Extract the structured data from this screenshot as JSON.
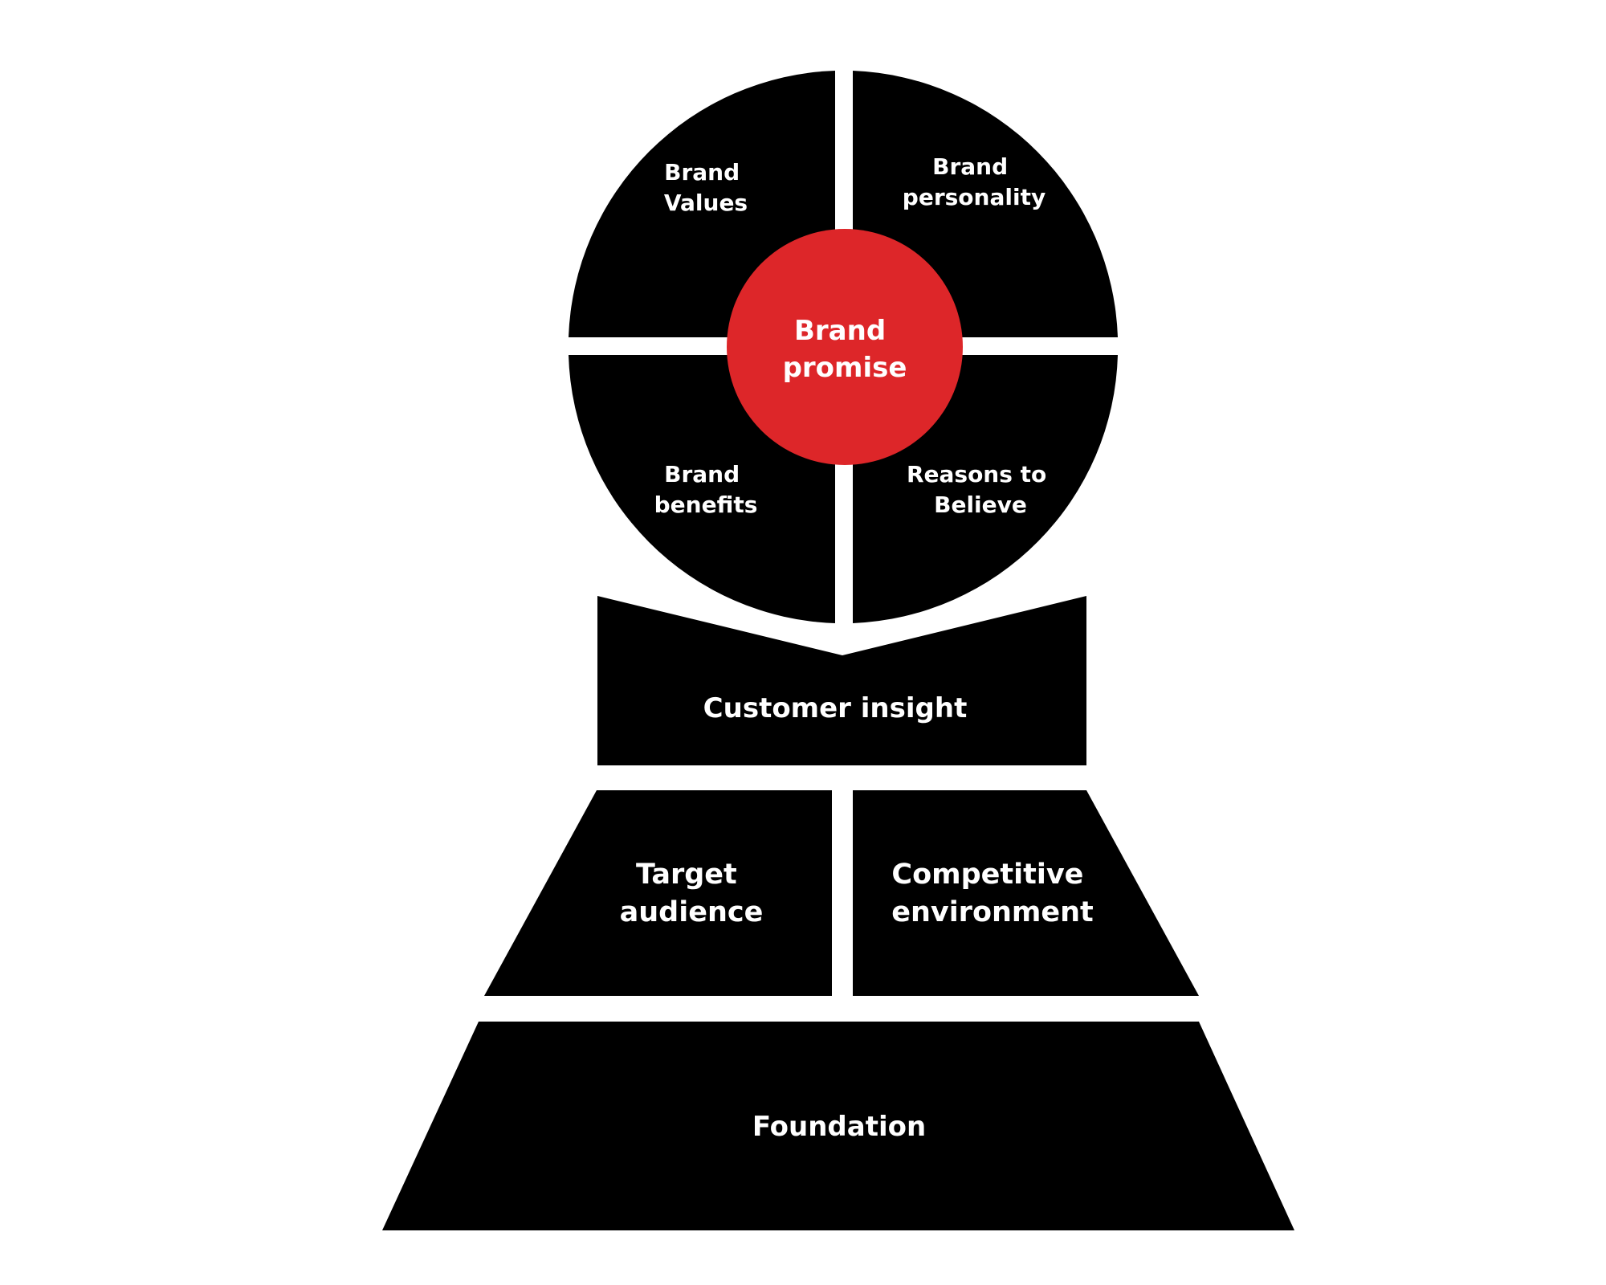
{
  "diagram": {
    "colors": {
      "background": "#ffffff",
      "shape_fill": "#000000",
      "center_fill": "#dd2629",
      "text": "#ffffff"
    },
    "quadrants": {
      "top_left": [
        "Brand",
        "Values"
      ],
      "top_right": [
        "Brand",
        "personality"
      ],
      "bottom_left": [
        "Brand",
        "benefits"
      ],
      "bottom_right": [
        "Reasons to",
        "Believe"
      ]
    },
    "center": [
      "Brand",
      "promise"
    ],
    "customer_insight": "Customer insight",
    "middle_tier": {
      "left": [
        "Target",
        "audience"
      ],
      "right": [
        "Competitive",
        "environment"
      ]
    },
    "foundation": "Foundation"
  }
}
